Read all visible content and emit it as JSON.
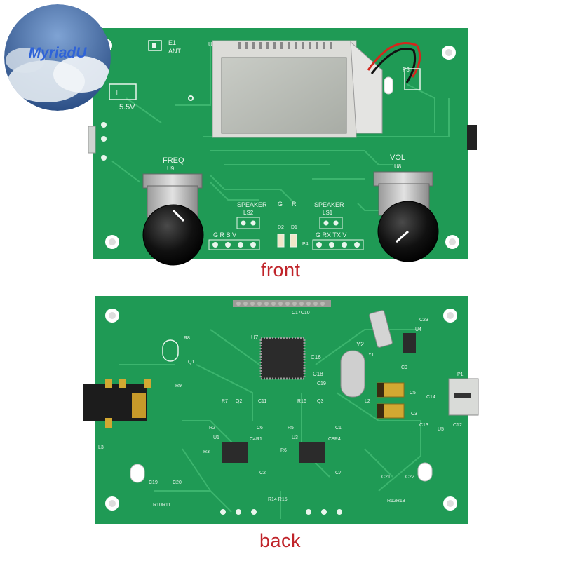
{
  "watermark": {
    "text": "MyriadU"
  },
  "captions": {
    "front": "front",
    "back": "back"
  },
  "front_board": {
    "labels": {
      "antenna_ref": "E1",
      "antenna": "ANT",
      "voltage": "5.5V",
      "lcd_ref": "U6",
      "freq": "FREQ",
      "freq_pot_ref": "U9",
      "vol": "VOL",
      "vol_pot_ref": "U8",
      "speaker_left": "SPEAKER",
      "speaker_right": "SPEAKER",
      "ls2": "LS2",
      "ls1": "LS1",
      "led_g": "G",
      "led_r": "R",
      "d2": "D2",
      "d1": "D1",
      "p4": "P4",
      "pins_left": "G  R  S  V",
      "pins_right": "G  RX  TX  V",
      "p3": "P3"
    }
  },
  "back_board": {
    "labels": {
      "u7": "U7",
      "c17c10": "C17C10",
      "c16": "C16",
      "c18": "C18",
      "c19": "C19",
      "y2": "Y2",
      "y1": "Y1",
      "c23": "C23",
      "u4": "U4",
      "c9": "C9",
      "r8": "R8",
      "q1": "Q1",
      "r9": "R9",
      "r7": "R7",
      "q2": "Q2",
      "c11": "C11",
      "r16": "R16",
      "q3": "Q3",
      "l2": "L2",
      "c5": "C5",
      "c3": "C3",
      "c14": "C14",
      "p1": "P1",
      "r2": "R2",
      "c6": "C6",
      "r5": "R5",
      "c1": "C1",
      "c13": "C13",
      "u5": "U5",
      "c12": "C12",
      "u1": "U1",
      "c4r1": "C4R1",
      "u3": "U3",
      "c8r4": "C8R4",
      "r3": "R3",
      "r6": "R6",
      "c2": "C2",
      "c7": "C7",
      "l3": "L3",
      "c19b": "C19",
      "c20": "C20",
      "r10r11": "R10R11",
      "r14r15": "R14 R15",
      "c21": "C21",
      "c22": "C22",
      "r12r13": "R12R13"
    }
  }
}
